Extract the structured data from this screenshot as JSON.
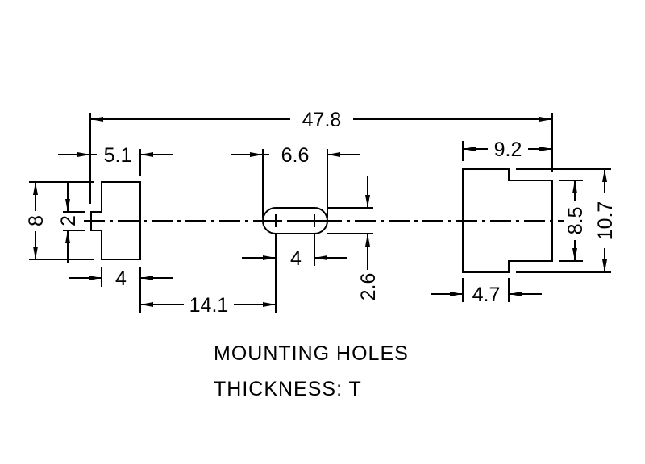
{
  "dimensions": {
    "overall_length": "47.8",
    "left_part_offset": "5.1",
    "left_part_height": "8",
    "notch_height": "2",
    "left_part_width": "4",
    "left_to_slot": "14.1",
    "slot_length": "6.6",
    "slot_center_spacing": "4",
    "slot_width": "2.6",
    "right_part_width": "9.2",
    "right_step_height": "8.5",
    "right_part_height": "10.7",
    "right_step_width": "4.7"
  },
  "notes": {
    "title": "MOUNTING HOLES",
    "thickness": "THICKNESS: T"
  }
}
